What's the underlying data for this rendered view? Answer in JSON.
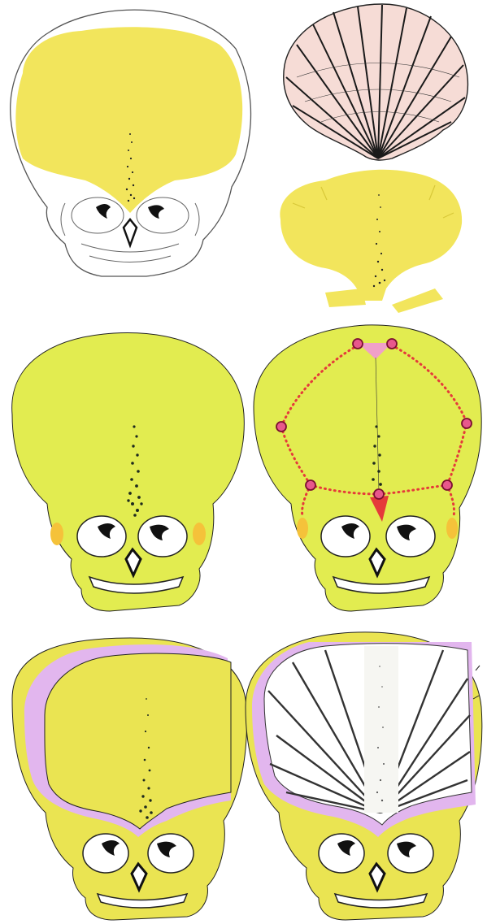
{
  "figure": {
    "panels": [
      {
        "id": "skull-outline-frontal-bone"
      },
      {
        "id": "scallop-shell-drawing"
      },
      {
        "id": "frontal-bone-isolated"
      },
      {
        "id": "infant-skull-yellow"
      },
      {
        "id": "infant-skull-suture-points"
      },
      {
        "id": "skull-lilac-layer"
      },
      {
        "id": "skull-radiating-pattern"
      }
    ]
  },
  "colors": {
    "bone_yellow": "#f2e55c",
    "skull_yellow_green": "#e2ec50",
    "skull_yellow_bright": "#eae452",
    "lilac": "#e2b6ee",
    "suture_red": "#e53a3a",
    "landmark_pink": "#e8588c",
    "shell_pink": "#f6dcd6",
    "ink": "#111111",
    "orange_patch": "#f5c23a"
  }
}
